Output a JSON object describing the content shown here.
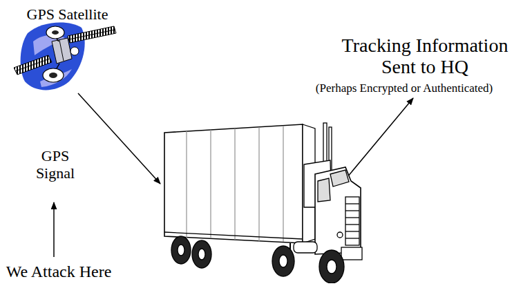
{
  "diagram": {
    "nodes": [
      {
        "text": [
          "GPS Satellite"
        ]
      },
      {
        "text": []
      }
    ],
    "edges": [
      {
        "from": 0,
        "to": 1,
        "arrow": "to",
        "label": "GPS Signal"
      }
    ],
    "labels": [
      "Tracking Information Sent to HQ",
      "(Perhaps Encrypted or Authenticated)",
      "We Attack Here"
    ]
  }
}
